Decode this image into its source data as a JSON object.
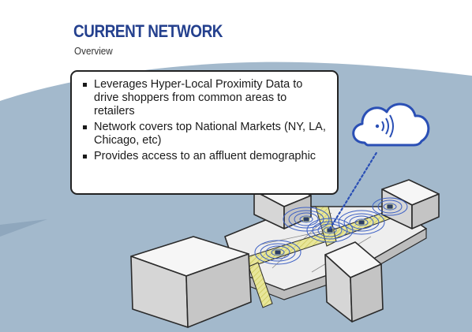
{
  "header": {
    "title": "CURRENT NETWORK",
    "subtitle": "Overview"
  },
  "callout": {
    "bullets": [
      "Leverages Hyper-Local Proximity Data to drive shoppers from common areas to retailers",
      "Network covers top National Markets (NY, LA, Chicago, etc)",
      "Provides access to an affluent demographic"
    ]
  },
  "colors": {
    "title": "#24408e",
    "background_shape": "#a3b9cc",
    "beacon_rings": "#3b5fc4",
    "walkway": "#e8e69a",
    "cloud": "#2a4fb5"
  },
  "icons": {
    "cloud": "wireless-cloud-icon",
    "beacon": "beacon-icon"
  }
}
